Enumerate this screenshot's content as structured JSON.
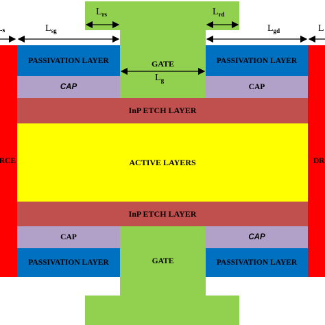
{
  "colors": {
    "red": "#ff0000",
    "green": "#92d050",
    "blue": "#0070c0",
    "lavender": "#b1a0c7",
    "etch": "#c0504d",
    "yellow": "#ffff00"
  },
  "labels": {
    "lrs": "L",
    "lrs_sub": "rs",
    "lrd": "L",
    "lrd_sub": "rd",
    "ls_partial": "-s",
    "lsg": "L",
    "lsg_sub": "sg",
    "lgd": "L",
    "lgd_sub": "gd",
    "lg": "L",
    "lg_sub": "g",
    "l_right_partial": "L"
  },
  "layers": {
    "passivation_top_left": "PASSIVATION LAYER",
    "passivation_top_right": "PASSIVATION LAYER",
    "gate_top": "GATE",
    "cap_top_left": "CAP",
    "cap_top_right": "CAP",
    "etch_top": "InP ETCH LAYER",
    "active": "ACTIVE LAYERS",
    "etch_bottom": "InP ETCH LAYER",
    "cap_bottom_left": "CAP",
    "cap_bottom_right": "CAP",
    "passivation_bottom_left": "PASSIVATION LAYER",
    "passivation_bottom_right": "PASSIVATION LAYER",
    "gate_bottom": "GATE",
    "source_partial": "RCE",
    "drain_partial": "DR"
  }
}
